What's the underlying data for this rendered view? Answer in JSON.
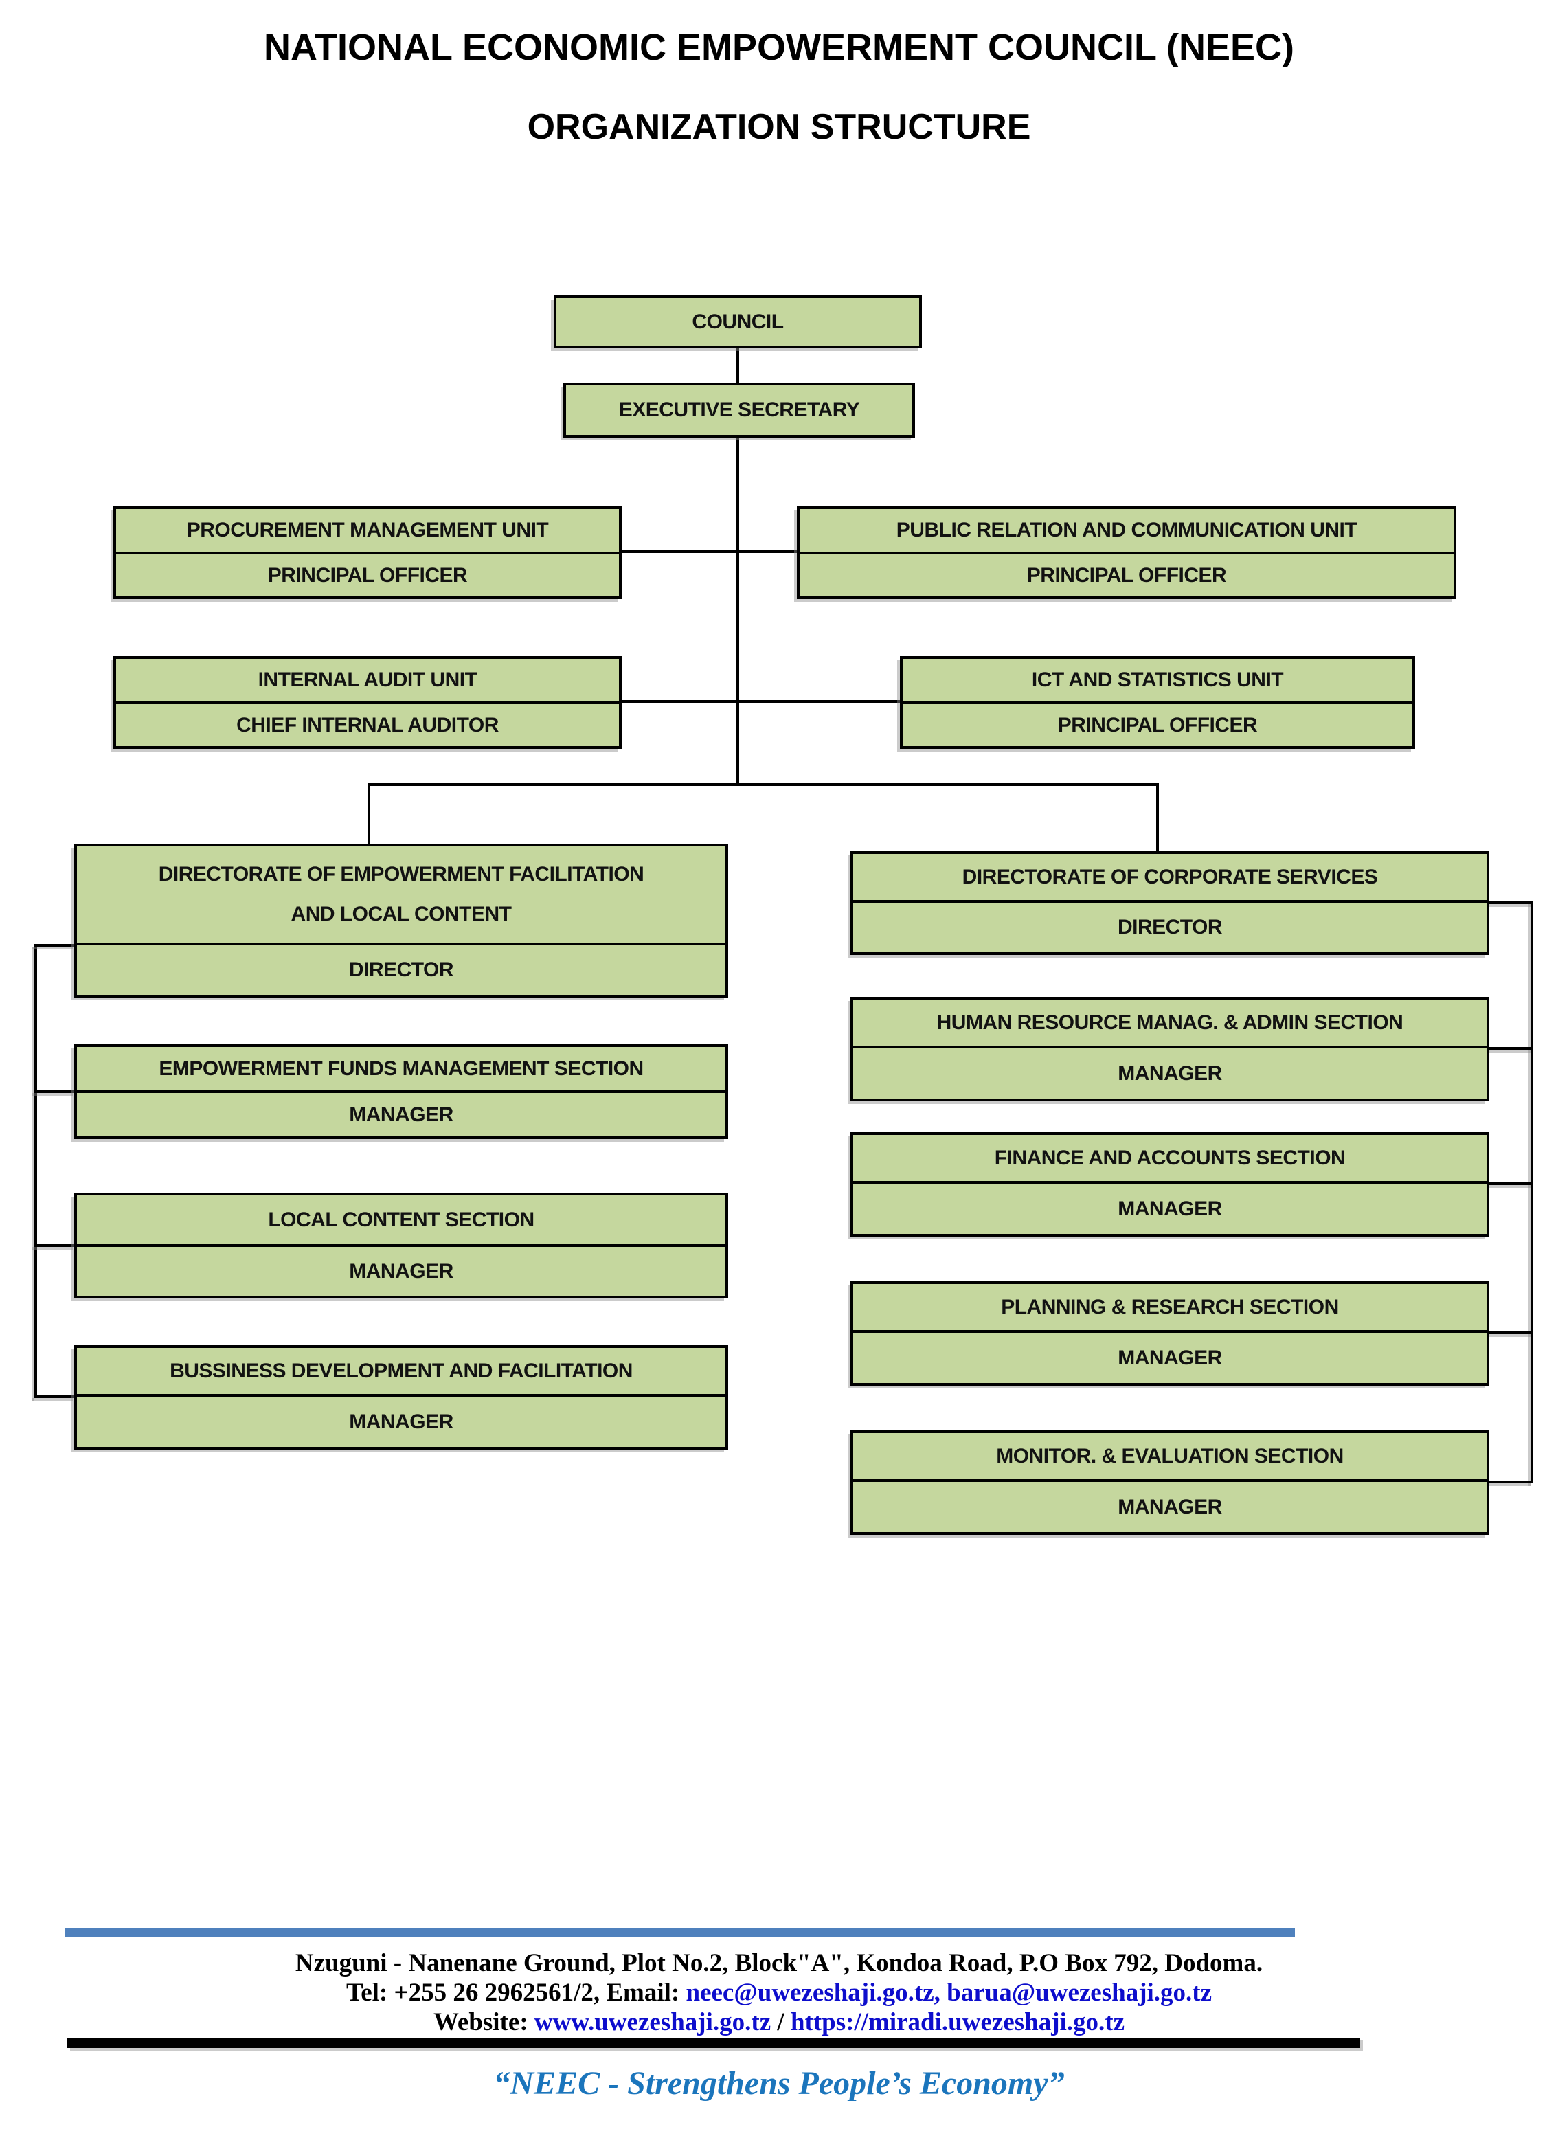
{
  "titles": {
    "line1": "NATIONAL ECONOMIC EMPOWERMENT COUNCIL (NEEC)",
    "line2": "ORGANIZATION STRUCTURE"
  },
  "chart": {
    "council": {
      "title": "COUNCIL"
    },
    "executive_secretary": {
      "title": "EXECUTIVE  SECRETARY"
    },
    "units": [
      {
        "title": "PROCUREMENT  MANAGEMENT  UNIT",
        "officer": "PRINCIPAL OFFICER"
      },
      {
        "title": "PUBLIC RELATION AND COMMUNICATION  UNIT",
        "officer": "PRINCIPAL OFFICER"
      },
      {
        "title": "INTERNAL AUDIT UNIT",
        "officer": "CHIEF INTERNAL AUDITOR"
      },
      {
        "title": "ICT AND STATISTICS UNIT",
        "officer": "PRINCIPAL OFFICER"
      }
    ],
    "directorates": [
      {
        "line1": "DIRECTORATE OF EMPOWERMENT FACILITATION",
        "line2": "AND LOCAL CONTENT",
        "head": "DIRECTOR"
      },
      {
        "line1": "DIRECTORATE OF CORPORATE SERVICES",
        "head": "DIRECTOR"
      }
    ],
    "left_sections": [
      {
        "title": "EMPOWERMENT  FUNDS  MANAGEMENT  SECTION",
        "head": "MANAGER"
      },
      {
        "title": "LOCAL CONTENT SECTION",
        "head": "MANAGER"
      },
      {
        "title": "BUSSINESS  DEVELOPMENT  AND  FACILITATION",
        "head": "MANAGER"
      }
    ],
    "right_sections": [
      {
        "title": "HUMAN RESOURCE  MANAG.  & ADMIN SECTION",
        "head": "MANAGER"
      },
      {
        "title": "FINANCE AND ACCOUNTS  SECTION",
        "head": "MANAGER"
      },
      {
        "title": "PLANNING & RESEARCH SECTION",
        "head": "MANAGER"
      },
      {
        "title": "MONITOR. & EVALUATION SECTION",
        "head": "MANAGER"
      }
    ]
  },
  "footer": {
    "address": "Nzuguni - Nanenane Ground, Plot No.2, Block\"A\", Kondoa Road, P.O Box 792, Dodoma.",
    "tel_label": "Tel: +255 26 2962561/2, Email: ",
    "email1": "neec@uwezeshaji.go.tz, ",
    "email2": "barua@uwezeshaji.go.tz",
    "website_label": "Website: ",
    "website1": "www.uwezeshaji.go.tz",
    "separator": " / ",
    "website2": "https://miradi.uwezeshaji.go.tz",
    "tagline": "“NEEC - Strengthens People’s Economy”"
  },
  "colors": {
    "box_fill": "#c5d79e",
    "box_border": "#000000",
    "accent_bar": "#4f81bd",
    "link_blue": "#0d0dcc",
    "tagline_blue": "#1b75bc"
  }
}
